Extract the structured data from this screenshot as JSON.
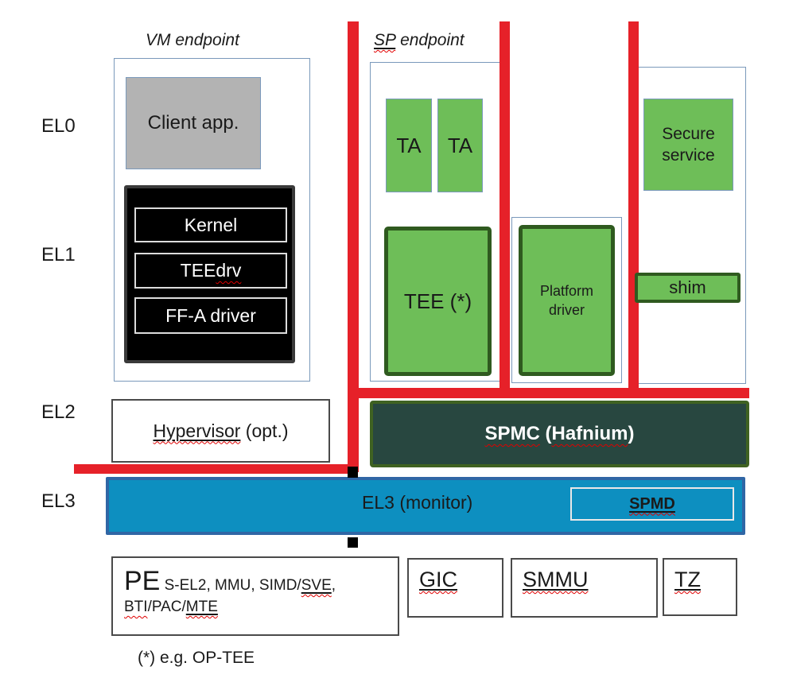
{
  "titles": {
    "vm": "VM endpoint",
    "sp_word": "SP",
    "sp_rest": " endpoint"
  },
  "el_labels": [
    "EL0",
    "EL1",
    "EL2",
    "EL3"
  ],
  "vm": {
    "client_app": "Client app.",
    "kernel": "Kernel",
    "tee_drv_a": "TEE ",
    "tee_drv_b": "drv",
    "ffa_driver": "FF-A driver"
  },
  "sp": {
    "ta1": "TA",
    "ta2": "TA",
    "tee": "TEE (*)",
    "platform_l1": "Platform",
    "platform_l2": "driver",
    "secure_l1": "Secure",
    "secure_l2": "service",
    "shim": "shim"
  },
  "el2_row": {
    "hypervisor_word": "Hypervisor",
    "hypervisor_rest": " (opt.)",
    "spmc_p1": "SPMC",
    "spmc_p2": " (",
    "spmc_p3": "Hafnium",
    "spmc_p4": ")"
  },
  "el3_row": {
    "monitor": "EL3 (monitor)",
    "spmd": "SPMD"
  },
  "hw": {
    "pe": "PE",
    "pe_s1": " S-EL2, MMU, SIMD/",
    "pe_sve": "SVE",
    "pe_comma": ",",
    "pe_bti": "BTI",
    "pe_s2": "/PAC/",
    "pe_mte": "MTE",
    "gic": "GIC",
    "smmu": "SMMU",
    "tz": "TZ"
  },
  "footnote": "(*) e.g. OP-TEE",
  "colors": {
    "red-line": "#e62129",
    "green-fill": "#6ebe58",
    "green-border": "#2f5a1f",
    "box-blue-border": "#7a99bb",
    "gray-fill": "#b3b3b3",
    "spmc-fill": "#284740",
    "spmc-border": "#3f6222",
    "el3-fill": "#0d8fc0",
    "el3-border": "#3066a5",
    "dark-border": "#4a4a4a",
    "squiggle": "#e00000"
  }
}
